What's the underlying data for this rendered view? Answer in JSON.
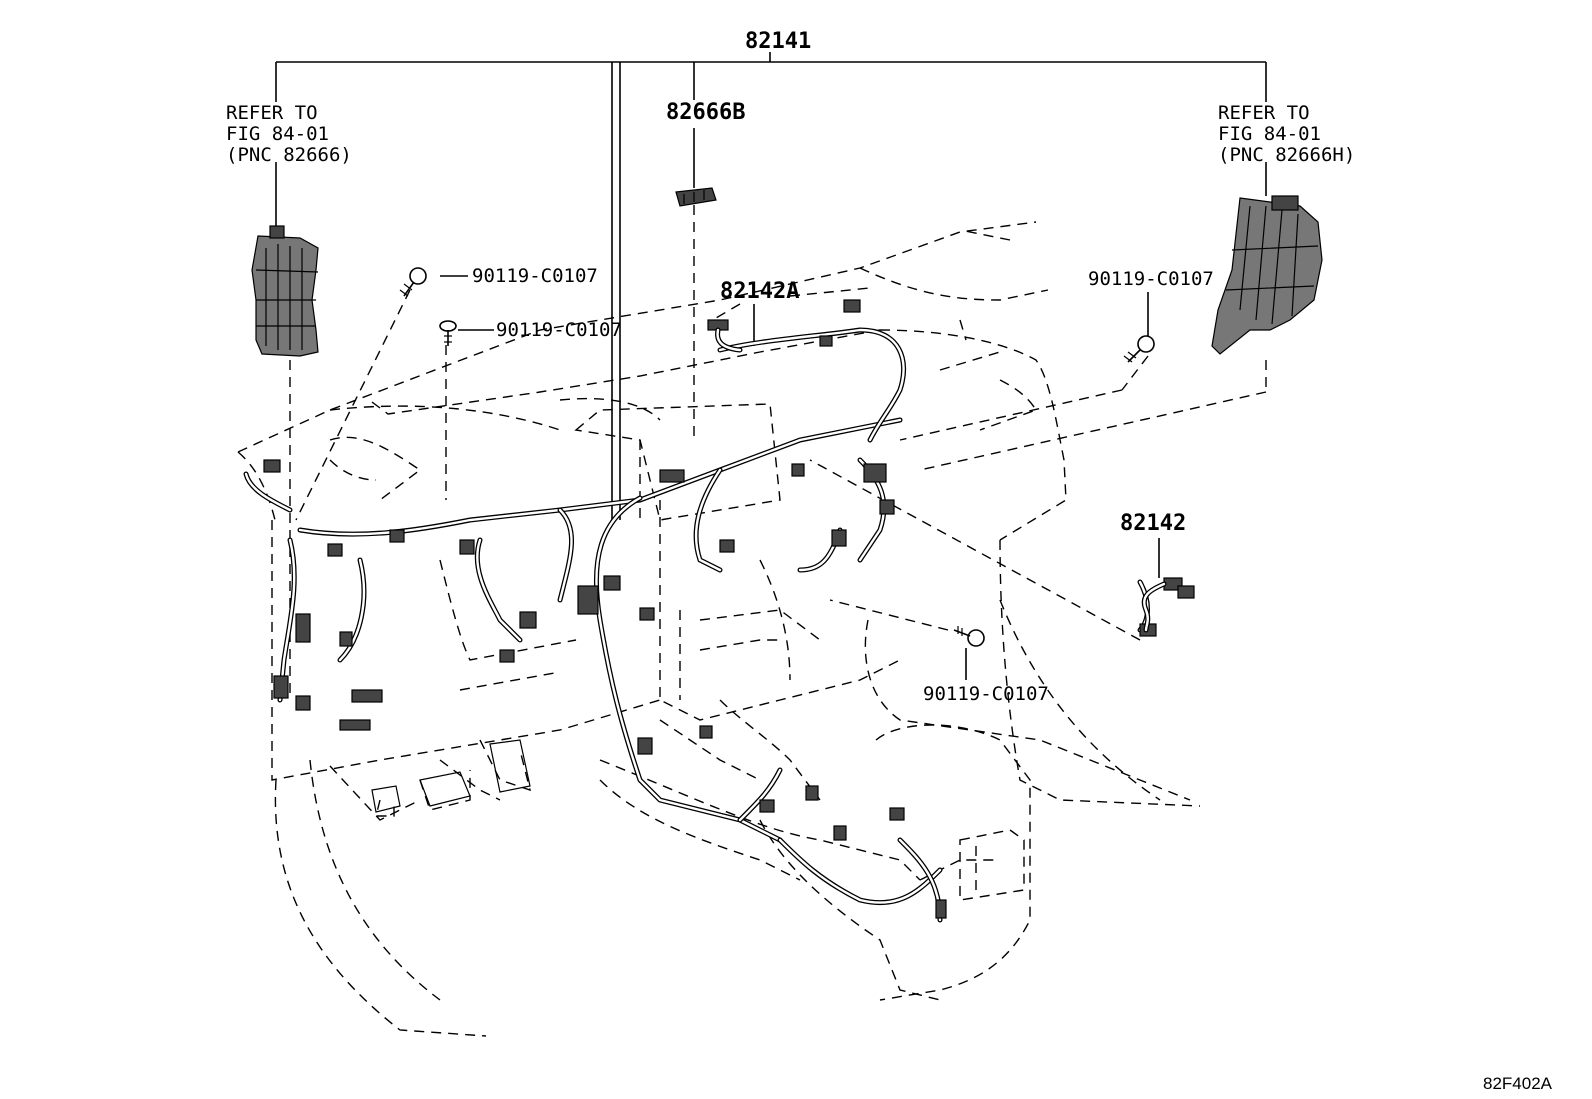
{
  "labels": {
    "main_harness": "82141",
    "refer_left": [
      "REFER TO",
      "FIG 84-01",
      "(PNC 82666)"
    ],
    "refer_right": [
      "REFER TO",
      "FIG 84-01",
      "(PNC 82666H)"
    ],
    "junction_block": "82666B",
    "sub_harness_a": "82142A",
    "sub_harness": "82142",
    "bolt_1": "90119-C0107",
    "bolt_2": "90119-C0107",
    "bolt_3": "90119-C0107",
    "bolt_4": "90119-C0107",
    "figure_code": "82F402A"
  }
}
